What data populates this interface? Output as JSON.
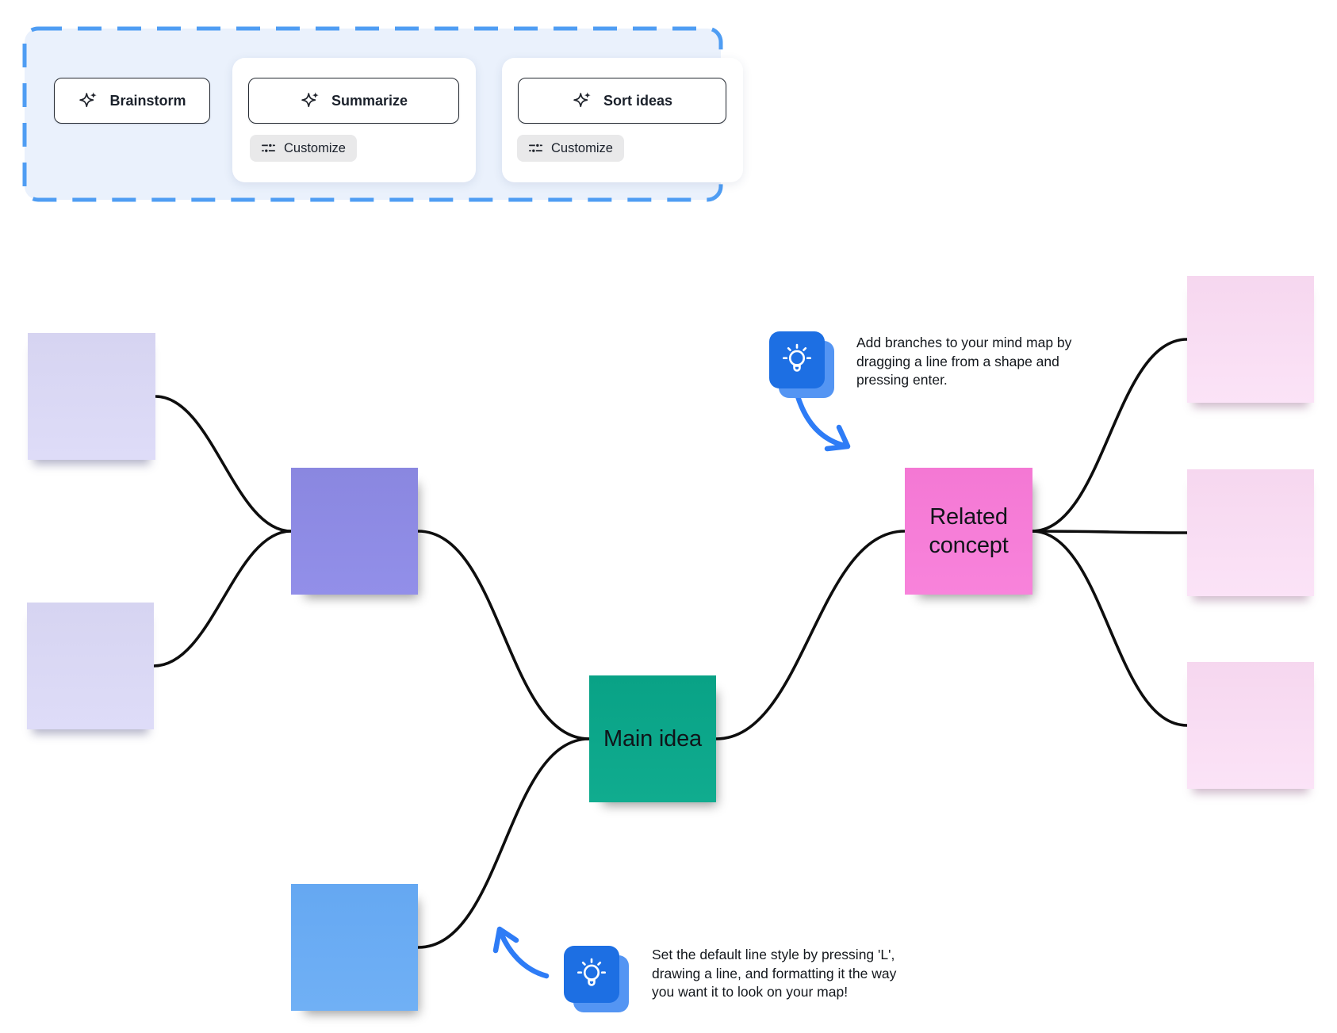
{
  "ai_panel": {
    "brainstorm_label": "Brainstorm",
    "summarize_label": "Summarize",
    "sort_ideas_label": "Sort ideas",
    "customize_label_summarize": "Customize",
    "customize_label_sort": "Customize",
    "colors": {
      "panel_bg": "#EAF1FC",
      "panel_dashed_border": "#4F9DF3",
      "button_border": "#262B33",
      "button_bg": "#FFFFFF",
      "pill_bg": "#E9E9EA",
      "text": "#1B212B"
    }
  },
  "mindmap": {
    "nodes": {
      "main": {
        "label": "Main idea",
        "color": "#0CA88B"
      },
      "related": {
        "label": "Related concept",
        "color": "#F57DD8"
      },
      "purple_branch": {
        "label": "",
        "color": "#8D8AE5"
      },
      "blue_branch": {
        "label": "",
        "color": "#6AACF3"
      }
    },
    "sticky_notes": {
      "lavender_left": {
        "count": 2,
        "color": "#DADCF6"
      },
      "pink_right": {
        "count": 3,
        "color": "#F8DDF3"
      }
    },
    "connector_color": "#0E0E0E"
  },
  "hints": [
    {
      "icon": "lightbulb-icon",
      "lines": [
        "Add branches to your mind map by",
        "dragging a line from a shape and",
        "pressing enter."
      ]
    },
    {
      "icon": "lightbulb-icon",
      "lines": [
        "Set the default line style by pressing 'L',",
        "drawing a line, and formatting it the way",
        "you want it to look on your map!"
      ]
    }
  ],
  "hint_style": {
    "icon_bg": "#1D6FE3",
    "icon_layer_bg": "#5495F3",
    "arrow_color": "#2E7CF6"
  }
}
